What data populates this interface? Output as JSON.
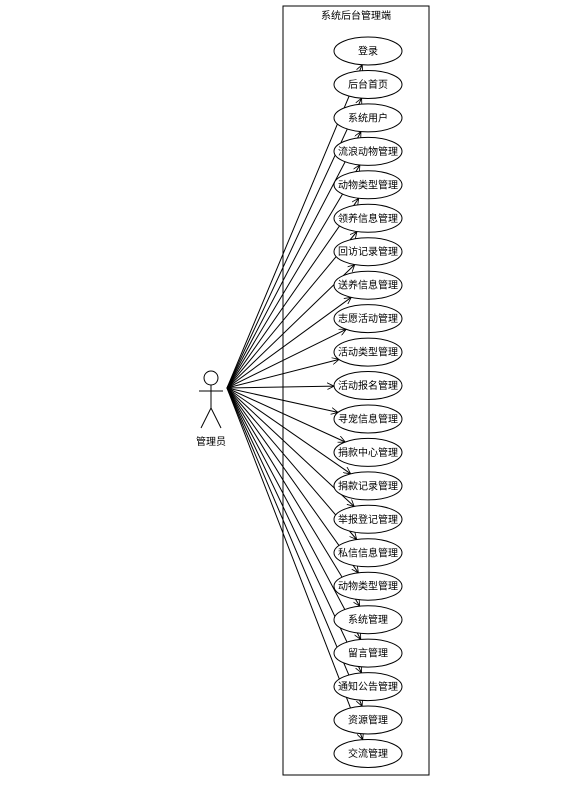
{
  "system_title": "系统后台管理端",
  "actor": {
    "name": "管理员"
  },
  "use_cases": [
    "登录",
    "后台首页",
    "系统用户",
    "流浪动物管理",
    "动物类型管理",
    "领养信息管理",
    "回访记录管理",
    "送养信息管理",
    "志愿活动管理",
    "活动类型管理",
    "活动报名管理",
    "寻宠信息管理",
    "捐款中心管理",
    "捐款记录管理",
    "举报登记管理",
    "私信信息管理",
    "动物类型管理",
    "系统管理",
    "留言管理",
    "通知公告管理",
    "资源管理",
    "交流管理"
  ]
}
